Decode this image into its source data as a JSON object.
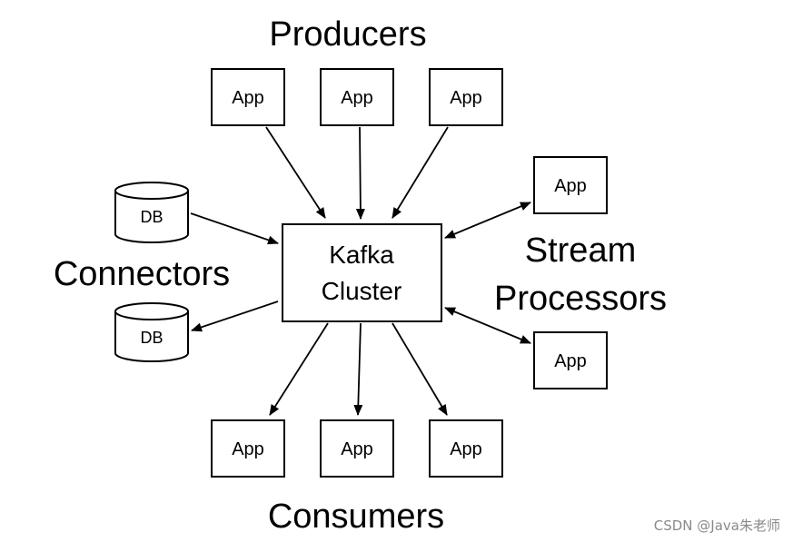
{
  "labels": {
    "producers": "Producers",
    "consumers": "Consumers",
    "connectors": "Connectors",
    "stream_line1": "Stream",
    "stream_line2": "Processors"
  },
  "cluster": {
    "line1": "Kafka",
    "line2": "Cluster"
  },
  "producers": [
    "App",
    "App",
    "App"
  ],
  "consumers": [
    "App",
    "App",
    "App"
  ],
  "stream_processors": [
    "App",
    "App"
  ],
  "databases": [
    "DB",
    "DB"
  ],
  "watermark": "CSDN @Java朱老师",
  "colors": {
    "stroke": "#000000",
    "background": "#ffffff",
    "watermark": "#8a8a8a"
  }
}
